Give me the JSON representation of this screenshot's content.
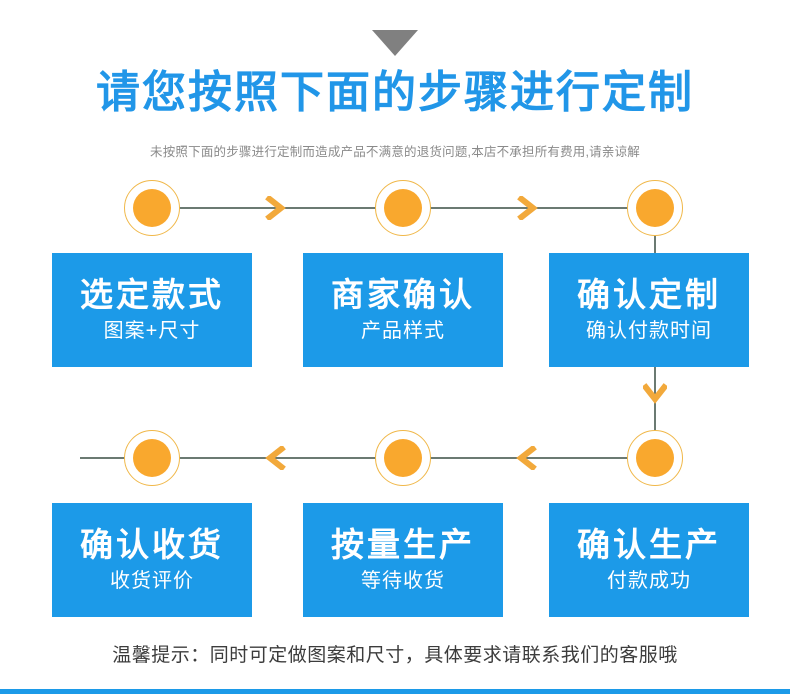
{
  "header": {
    "arrow_icon": "chevron-down-icon",
    "title": "请您按照下面的步骤进行定制",
    "subtitle": "未按照下面的步骤进行定制而造成产品不满意的退货问题,本店不承担所有费用,请亲谅解",
    "title_color": "#2196e8",
    "subtitle_color": "#8a8a8a"
  },
  "colors": {
    "blue": "#1c9ae8",
    "orange_fill": "#f9a82e",
    "orange_ring": "#f0b84a",
    "line": "#6b7a72",
    "arrow": "#f2a93b",
    "top_triangle": "#808080"
  },
  "flow": {
    "row1": {
      "direction": "left-to-right",
      "chevron_icon": "chevron-right-icon",
      "nodes": [
        {
          "name": "step-node-1"
        },
        {
          "name": "step-node-2"
        },
        {
          "name": "step-node-3"
        }
      ],
      "steps": [
        {
          "title": "选定款式",
          "subtitle": "图案+尺寸"
        },
        {
          "title": "商家确认",
          "subtitle": "产品样式"
        },
        {
          "title": "确认定制",
          "subtitle": "确认付款时间"
        }
      ]
    },
    "connector_down": {
      "chevron_icon": "chevron-down-icon"
    },
    "row2": {
      "direction": "right-to-left",
      "chevron_icon": "chevron-left-icon",
      "nodes": [
        {
          "name": "step-node-4"
        },
        {
          "name": "step-node-5"
        },
        {
          "name": "step-node-6"
        }
      ],
      "steps": [
        {
          "title": "确认收货",
          "subtitle": "收货评价"
        },
        {
          "title": "按量生产",
          "subtitle": "等待收货"
        },
        {
          "title": "确认生产",
          "subtitle": "付款成功"
        }
      ]
    }
  },
  "footer": {
    "note": "温馨提示：同时可定做图案和尺寸，具体要求请联系我们的客服哦"
  }
}
